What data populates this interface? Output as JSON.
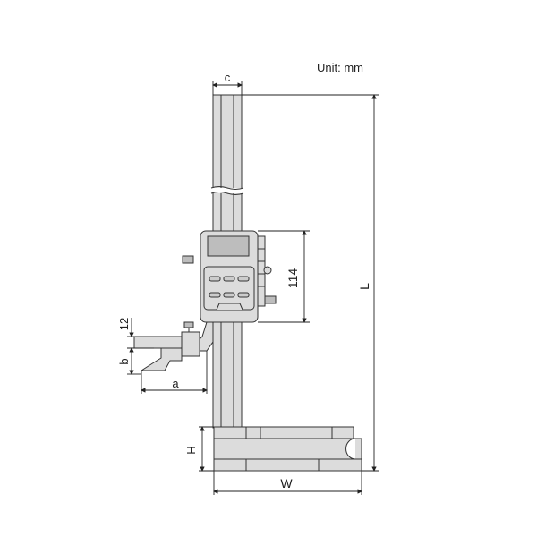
{
  "unit_label": "Unit: mm",
  "dimensions": {
    "c": "c",
    "L": "L",
    "display_height": "114",
    "twelve": "12",
    "b": "b",
    "a": "a",
    "H": "H",
    "W": "W"
  }
}
